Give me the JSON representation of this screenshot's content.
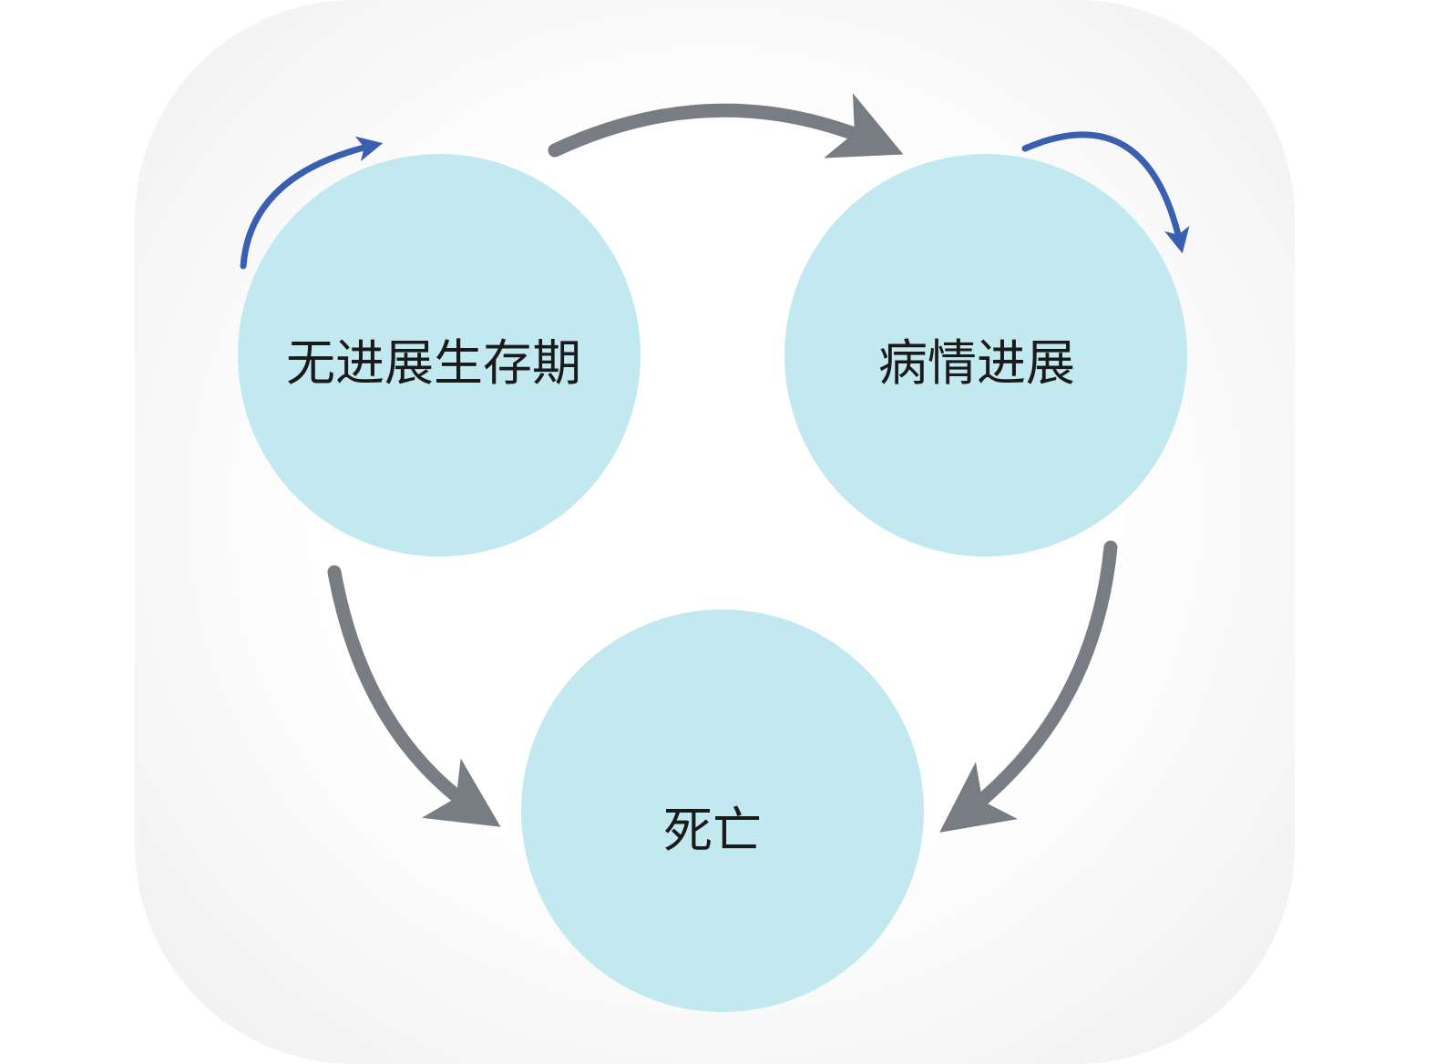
{
  "states": {
    "pfs": {
      "label": "无进展生存期"
    },
    "progression": {
      "label": "病情进展"
    },
    "death": {
      "label": "死亡"
    }
  },
  "transitions": [
    {
      "from": "pfs",
      "to": "progression"
    },
    {
      "from": "pfs",
      "to": "death"
    },
    {
      "from": "progression",
      "to": "death"
    },
    {
      "from": "pfs",
      "to": "pfs"
    },
    {
      "from": "progression",
      "to": "progression"
    }
  ],
  "colors": {
    "state_fill": "#c2e9f0",
    "transition_arrow": "#787d83",
    "self_loop_arrow": "#3a5fb0"
  }
}
